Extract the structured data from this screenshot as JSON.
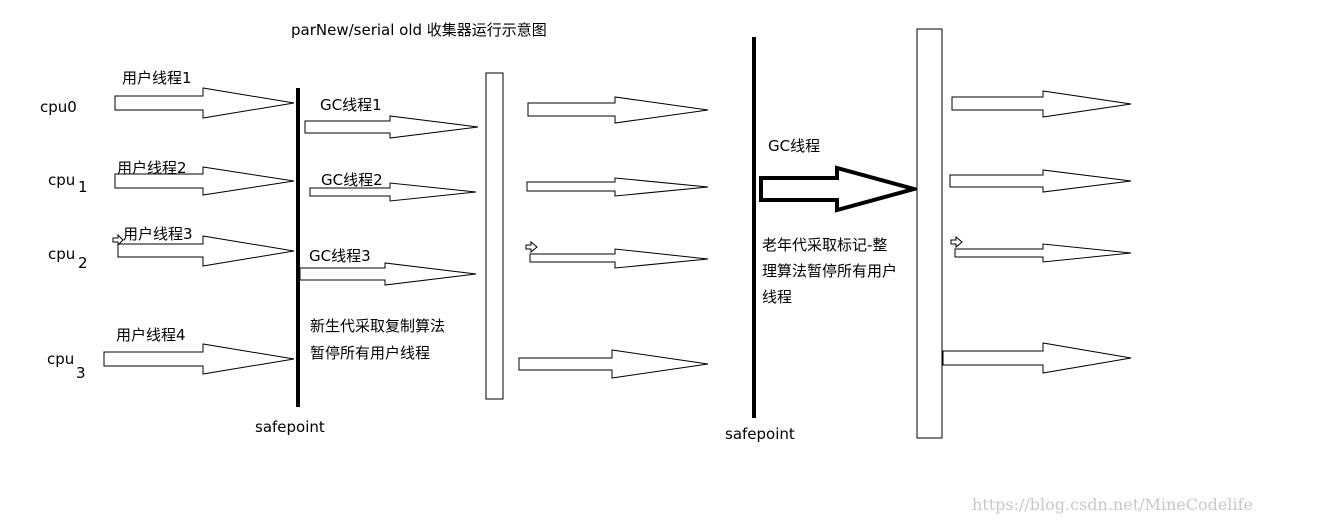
{
  "title": "parNew/serial old 收集器运行示意图",
  "cpus": [
    {
      "name": "cpu0",
      "sub": ""
    },
    {
      "name": "cpu",
      "sub": "1"
    },
    {
      "name": "cpu",
      "sub": "2"
    },
    {
      "name": "cpu",
      "sub": "3"
    }
  ],
  "user_threads": [
    "用户线程1",
    "用户线程2",
    "用户线程3",
    "用户线程4"
  ],
  "gc_threads": [
    "GC线程1",
    "GC线程2",
    "GC线程3"
  ],
  "young_note": [
    "新生代采取复制算法",
    "暂停所有用户线程"
  ],
  "safepoint_label": "safepoint",
  "old_gc_thread": "GC线程",
  "old_note": [
    "老年代采取标记-整",
    "理算法暂停所有用户",
    "线程"
  ],
  "watermark": "https://blog.csdn.net/MineCodelife"
}
